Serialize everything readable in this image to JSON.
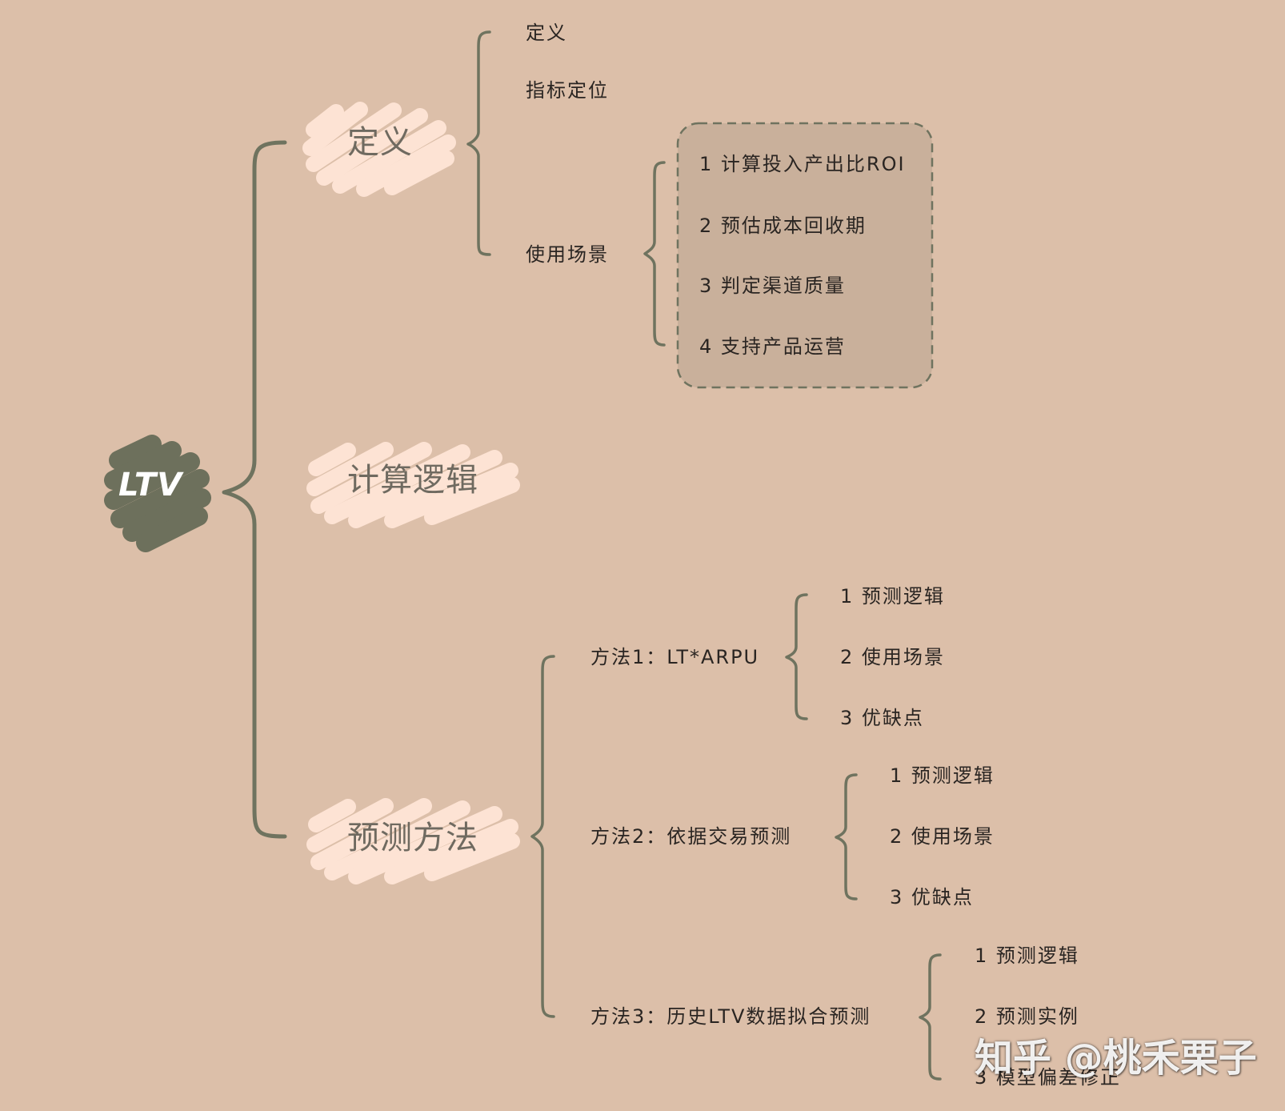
{
  "root": {
    "label": "LTV"
  },
  "branches": {
    "definition": {
      "label": "定义",
      "children": {
        "definition": "定义",
        "positioning": "指标定位",
        "usage": {
          "label": "使用场景",
          "items": [
            "1 计算投入产出比ROI",
            "2 预估成本回收期",
            "3 判定渠道质量",
            "4 支持产品运营"
          ]
        }
      }
    },
    "logic": {
      "label": "计算逻辑"
    },
    "methods": {
      "label": "预测方法",
      "items": [
        {
          "label": "方法1：LT*ARPU",
          "children": [
            "1 预测逻辑",
            "2 使用场景",
            "3 优缺点"
          ]
        },
        {
          "label": "方法2：依据交易预测",
          "children": [
            "1 预测逻辑",
            "2 使用场景",
            "3 优缺点"
          ]
        },
        {
          "label": "方法3：历史LTV数据拟合预测",
          "children": [
            "1 预测逻辑",
            "2 预测实例",
            "3 模型偏差修正"
          ]
        }
      ]
    }
  },
  "watermark": "知乎 @桃禾栗子",
  "colors": {
    "background": "#dcbfa9",
    "line": "#6f735f",
    "root_fill": "#6d705c",
    "highlight": "#fde3d4",
    "box_fill": "#c9b09b",
    "text": "#2a2522"
  }
}
